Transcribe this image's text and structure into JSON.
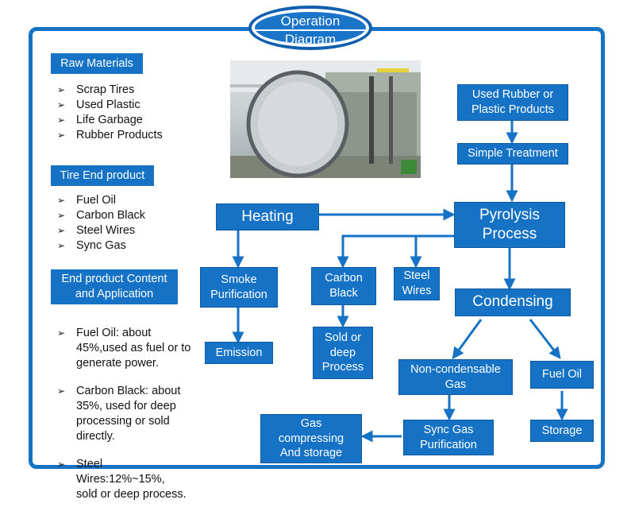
{
  "title": {
    "line1": "Operation",
    "line2": "Diagram"
  },
  "left": {
    "raw_materials": {
      "header": "Raw Materials",
      "items": [
        "Scrap Tires",
        "Used Plastic",
        "Life Garbage",
        "Rubber Products"
      ]
    },
    "tire_end_product": {
      "header": "Tire End product",
      "items": [
        "Fuel Oil",
        "Carbon Black",
        "Steel Wires",
        "Sync Gas"
      ]
    },
    "end_product_content": {
      "header": "End product Content\nand Application",
      "items": [
        "Fuel Oil: about\n45%,used as fuel or to\ngenerate power.",
        "Carbon Black: about\n35%, used for deep\nprocessing or sold\ndirectly.",
        "Steel\nWires:12%~15%,\nsold or deep process."
      ]
    }
  },
  "nodes": {
    "used_rubber": "Used Rubber or\nPlastic Products",
    "simple_treatment": "Simple Treatment",
    "pyrolysis": "Pyrolysis\nProcess",
    "heating": "Heating",
    "smoke_purification": "Smoke\nPurification",
    "emission": "Emission",
    "carbon_black": "Carbon\nBlack",
    "steel_wires": "Steel\nWires",
    "sold_deep": "Sold or\ndeep\nProcess",
    "condensing": "Condensing",
    "non_condensable": "Non-condensable\nGas",
    "fuel_oil": "Fuel Oil",
    "sync_gas": "Sync Gas\nPurification",
    "storage": "Storage",
    "gas_compressing": "Gas\ncompressing\nAnd storage"
  },
  "colors": {
    "box": "#1572c4",
    "frame": "#1572c4",
    "arrow": "#1572c4"
  }
}
